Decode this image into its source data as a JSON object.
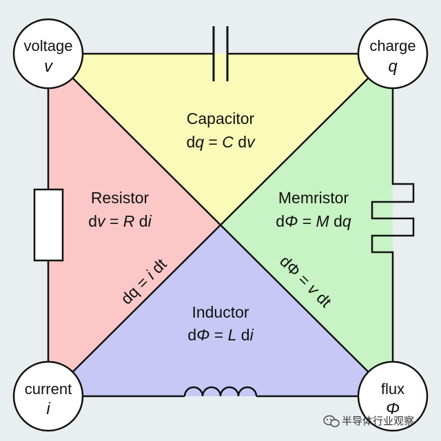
{
  "colors": {
    "capacitor": "#fbfbb9",
    "resistor": "#fbc7c7",
    "inductor": "#c8c8f7",
    "memristor": "#c8f3c4",
    "line": "#111111",
    "node_fill": "#ffffff"
  },
  "nodes": {
    "voltage": {
      "name": "voltage",
      "symbol": "v"
    },
    "charge": {
      "name": "charge",
      "symbol": "q"
    },
    "current": {
      "name": "current",
      "symbol": "i"
    },
    "flux": {
      "name": "flux",
      "symbol": "Φ"
    }
  },
  "regions": {
    "capacitor": {
      "name": "Capacitor",
      "eq_pre": "d",
      "eq_var1": "q",
      "eq_mid": " = ",
      "eq_const": "C",
      "eq_post": " d",
      "eq_var2": "v"
    },
    "resistor": {
      "name": "Resistor",
      "eq_pre": "d",
      "eq_var1": "v",
      "eq_mid": " = ",
      "eq_const": "R",
      "eq_post": " d",
      "eq_var2": "i"
    },
    "memristor": {
      "name": "Memristor",
      "eq_pre": "d",
      "eq_var1": "Φ",
      "eq_mid": " = ",
      "eq_const": "M",
      "eq_post": " d",
      "eq_var2": "q"
    },
    "inductor": {
      "name": "Inductor",
      "eq_pre": "d",
      "eq_var1": "Φ",
      "eq_mid": " = ",
      "eq_const": "L",
      "eq_post": " d",
      "eq_var2": "i"
    }
  },
  "diagonals": {
    "left": {
      "pre": "dq = ",
      "var": "i",
      "post": " dt"
    },
    "right": {
      "pre": "dΦ = ",
      "var": "v",
      "post": " dt"
    }
  },
  "watermark": "半导体行业观察",
  "watermark_icon": "wechat-icon"
}
